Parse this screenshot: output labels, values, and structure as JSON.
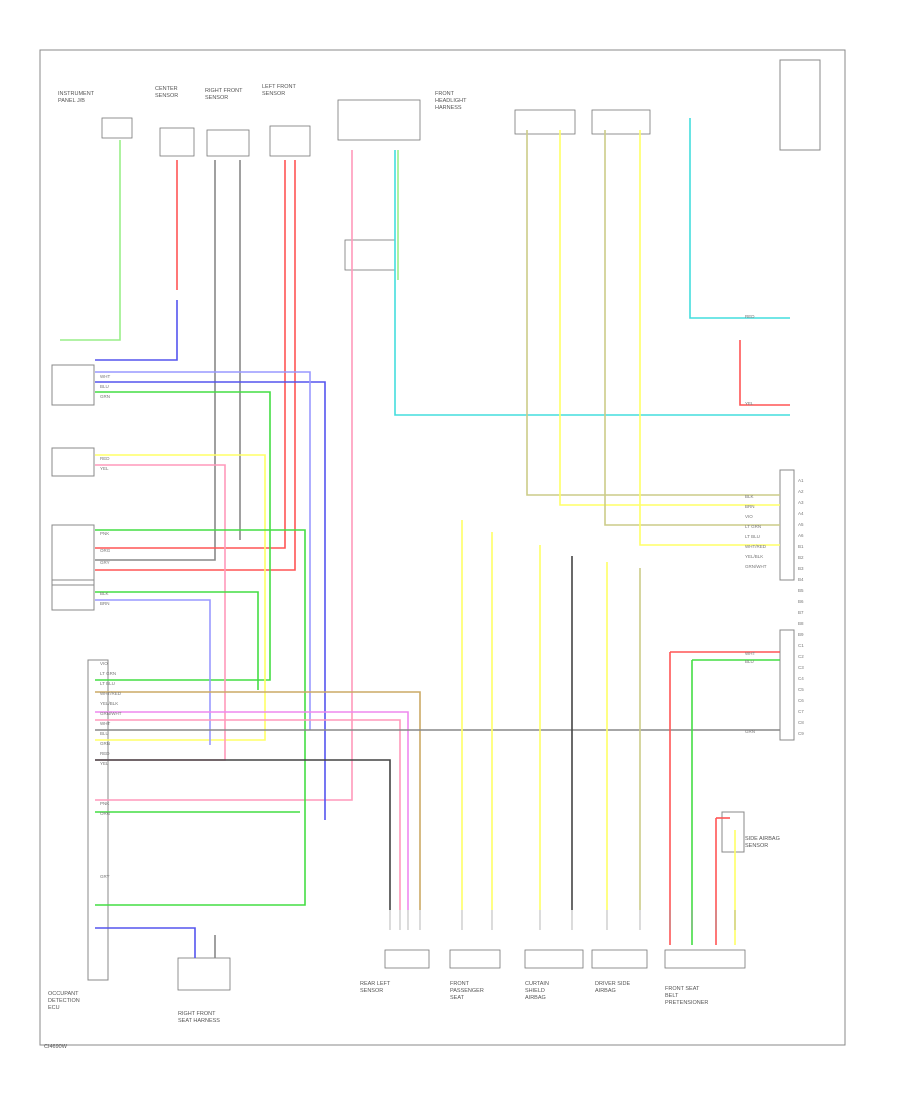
{
  "diagram": {
    "footer_code": "CI4690W",
    "colors": {
      "green": "#44dd44",
      "light_green": "#99ee88",
      "blue": "#5555ee",
      "light_blue": "#9999ff",
      "red": "#ff5555",
      "pink": "#ff99bb",
      "orange": "#ffbb88",
      "yellow": "#ffff66",
      "olive": "#cccc88",
      "cyan": "#44dddd",
      "gray": "#888888",
      "black": "#444444",
      "brown": "#ccaa66",
      "magenta": "#ee88ee"
    },
    "wire_tags": [
      "WHT",
      "BLU",
      "GRN",
      "RED",
      "YEL",
      "PNK",
      "ORG",
      "GRY",
      "BLK",
      "BRN",
      "VIO",
      "LT GRN",
      "LT BLU",
      "WHT/RED",
      "YEL/BLK",
      "GRN/WHT"
    ],
    "pin_labels": [
      "A1",
      "A2",
      "A3",
      "A4",
      "A5",
      "A6",
      "B1",
      "B2",
      "B3",
      "B4",
      "B5",
      "B6",
      "B7",
      "B8",
      "B9",
      "C1",
      "C2",
      "C3",
      "C4",
      "C5",
      "C6",
      "C7",
      "C8",
      "C9"
    ],
    "components": [
      "INSTRUMENT PANEL J/B",
      "CENTER SENSOR",
      "RIGHT FRONT SENSOR",
      "LEFT FRONT SENSOR",
      "FRONT HEADLIGHT HARNESS",
      "OCCUPANT DETECTION ECU",
      "RIGHT FRONT SEAT HARNESS",
      "REAR LEFT SENSOR",
      "FRONT PASSENGER SEAT",
      "CURTAIN SHIELD AIRBAG",
      "DRIVER SIDE AIRBAG",
      "FRONT SEAT BELT PRETENSIONER",
      "SIDE AIRBAG SENSOR"
    ]
  }
}
